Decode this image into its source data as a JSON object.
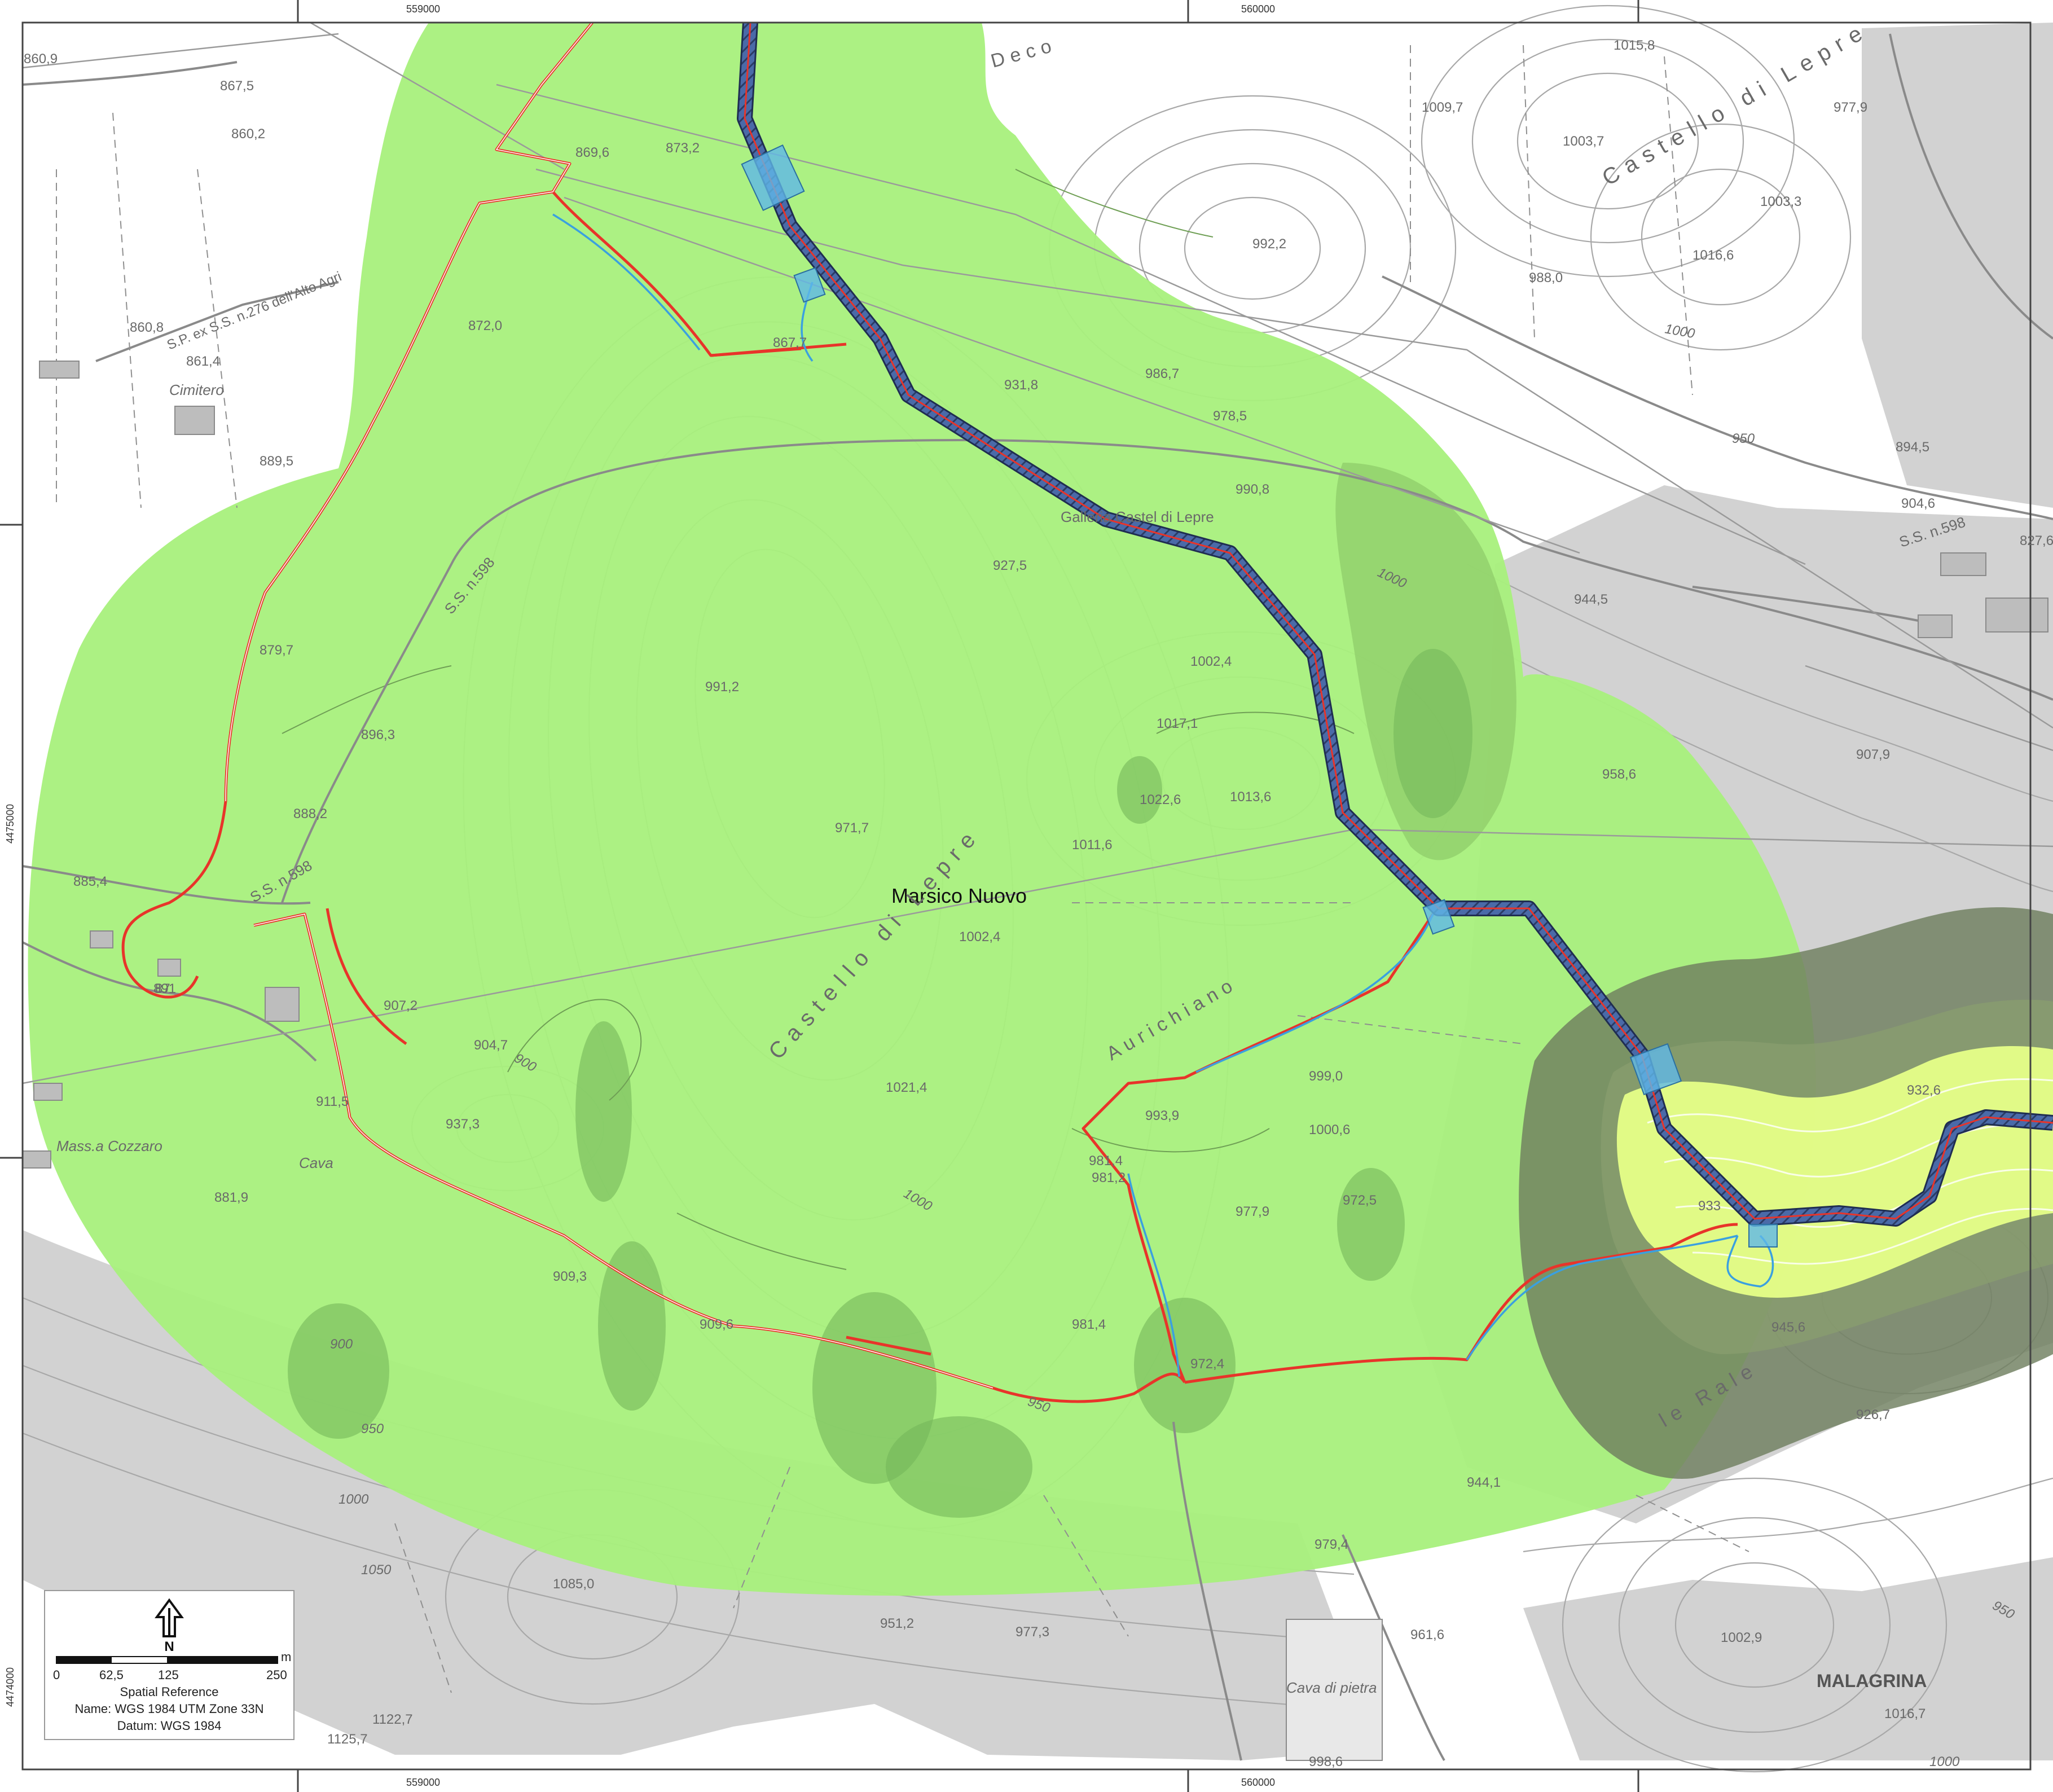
{
  "map": {
    "place_name": "Marsico Nuovo",
    "grid": {
      "x_ticks": [
        "559000",
        "560000"
      ],
      "y_ticks": [
        "4475000",
        "4474000"
      ]
    },
    "labels": {
      "castello_di_lepre_ne": "Castello di Lepre",
      "castello_di_lepre_sw": "Castello di Lepre",
      "galleria": "Galleria Castel di Lepre",
      "aurichiano": "Aurichiano",
      "le_rale": "le Rale",
      "cimitero": "Cimitero",
      "cava": "Cava",
      "massa_cozzaro": "Mass.a Cozzaro",
      "cava_pietra": "Cava di pietra",
      "malagrina": "MALAGRINA",
      "deco": "Deco",
      "ss598_a": "S.S. n.598",
      "ss598_b": "S.S. n.598",
      "ss598_c": "S.S. n.598",
      "sp276": "S.P. ex S.S. n.276 dell'Alto Agri"
    },
    "spot_heights": {
      "h1": "860,9",
      "h2": "867,5",
      "h3": "860,2",
      "h4": "860,8",
      "h5": "861,4",
      "h6": "889,5",
      "h7": "869,6",
      "h8": "873,2",
      "h9": "872,0",
      "h10": "867,7",
      "h11": "879,7",
      "h12": "896,3",
      "h13": "888,2",
      "h14": "885,4",
      "h15": "891",
      "h16": "907,2",
      "h17": "904,7",
      "h18": "911,5",
      "h19": "937,3",
      "h20": "881,9",
      "h21": "909,3",
      "h22": "909,6",
      "h23": "931,8",
      "h24": "927,5",
      "h25": "986,7",
      "h26": "978,5",
      "h27": "990,8",
      "h28": "991,2",
      "h29": "971,7",
      "h30": "1002,4",
      "h31": "1017,1",
      "h32": "1022,6",
      "h33": "1013,6",
      "h34": "1011,6",
      "h35": "1002,4",
      "h36": "1021,4",
      "h37": "993,9",
      "h38": "981,4",
      "h39": "972,4",
      "h40": "999,0",
      "h41": "1000,6",
      "h42": "977,9",
      "h43": "972,5",
      "h44": "958,6",
      "h45": "944,5",
      "h46": "907,9",
      "h47": "992,2",
      "h48": "1009,7",
      "h49": "1003,7",
      "h50": "1015,8",
      "h51": "977,9",
      "h52": "1003,3",
      "h53": "1016,6",
      "h54": "988,0",
      "h55": "894,5",
      "h56": "904,6",
      "h57": "827,6",
      "h58": "932,6",
      "h59": "945,6",
      "h60": "926,7",
      "h61": "944,1",
      "h62": "979,4",
      "h63": "961,6",
      "h64": "977,3",
      "h65": "951,2",
      "h66": "1085,0",
      "h67": "1122,7",
      "h68": "1125,7",
      "h69": "998,6",
      "h70": "1002,9",
      "h71": "1016,7",
      "h72": "981,4",
      "h73": "981,2",
      "h74": "933",
      "h75": "87"
    },
    "contour_labels": {
      "c1": "1000",
      "c2": "950",
      "c3": "1000",
      "c4": "1000",
      "c5": "900",
      "c6": "900",
      "c7": "950",
      "c8": "950",
      "c9": "1000",
      "c10": "1050",
      "c11": "950",
      "c12": "1000"
    },
    "colors": {
      "buffer_light": "#a8f07c",
      "buffer_mid": "#8fcc6a",
      "buffer_dark": "#7a8f6a",
      "buffer_yellow": "#e8ff8a",
      "road_red": "#e8342a",
      "stream_blue": "#3aa0e0",
      "tunnel_navy": "#2b3c66",
      "terrain_gray": "#cfcfcf",
      "topo_line": "#8a8a8a"
    }
  },
  "legend": {
    "north_label": "N",
    "scale_ticks": [
      "0",
      "62,5",
      "125",
      "250"
    ],
    "scale_unit": "m",
    "title": "Spatial Reference",
    "name_line": "Name: WGS 1984 UTM Zone 33N",
    "datum_line": "Datum: WGS 1984"
  }
}
